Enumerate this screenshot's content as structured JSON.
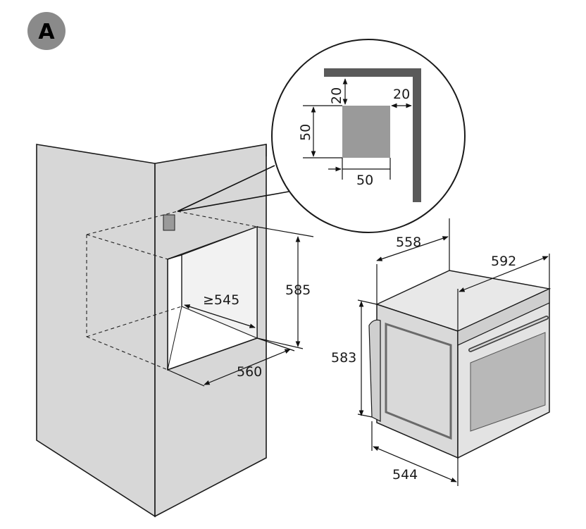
{
  "badge": {
    "label": "A"
  },
  "detail": {
    "vent_top_offset": "20",
    "vent_side_offset": "20",
    "vent_height": "50",
    "vent_width": "50"
  },
  "cabinet": {
    "niche_depth": "≥545",
    "niche_height": "585",
    "niche_width": "560"
  },
  "oven": {
    "body_depth": "558",
    "front_width": "592",
    "front_height": "583",
    "body_width": "544"
  },
  "colors": {
    "panel": "#d7d7d7",
    "vent": "#9a9a9a",
    "badge": "#8a8a8a",
    "oven_front": "#d9d9d9",
    "oven_glass": "#b8b8b8"
  }
}
